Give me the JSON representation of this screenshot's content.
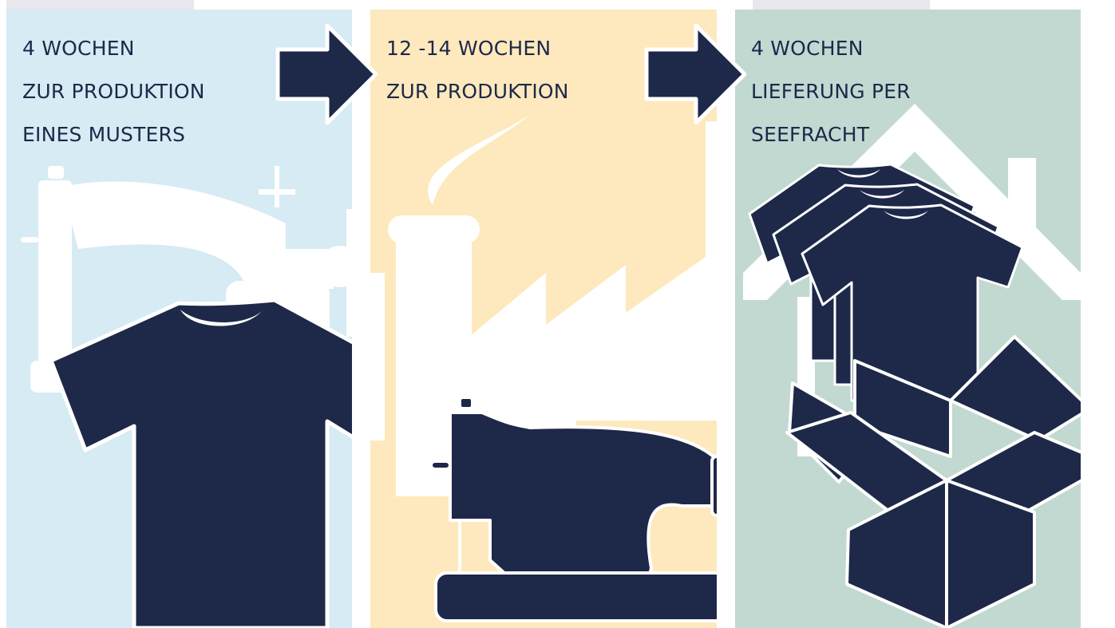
{
  "steps": [
    {
      "lines": [
        "4 WOCHEN",
        "ZUR PRODUKTION",
        "EINES MUSTERS"
      ]
    },
    {
      "lines": [
        "12 -14 WOCHEN",
        "ZUR PRODUKTION"
      ]
    },
    {
      "lines": [
        "4 WOCHEN",
        "LIEFERUNG PER",
        "SEEFRACHT"
      ]
    }
  ],
  "icons": [
    "sewing-machine-icon",
    "t-shirt-icon",
    "factory-icon",
    "t-shirts-stack-icon",
    "box-icon",
    "house-icon",
    "arrow-right-icon"
  ],
  "colors": {
    "navy": "#1e2849",
    "panel_blue": "#d6ebf4",
    "panel_yellow": "#fde9bd",
    "panel_green": "#c1d9d1",
    "white": "#ffffff"
  }
}
